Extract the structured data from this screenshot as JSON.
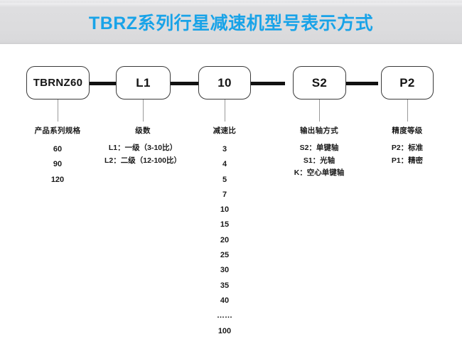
{
  "banner": {
    "title": "TBRZ系列行星减速机型号表示方式",
    "title_color": "#19a3e8",
    "background_color": "#dcdcde"
  },
  "diagram": {
    "type": "model-code-breakdown",
    "boxes": [
      {
        "code": "TBRNZ60"
      },
      {
        "code": "L1"
      },
      {
        "code": "10"
      },
      {
        "code": "S2"
      },
      {
        "code": "P2"
      }
    ],
    "columns": [
      {
        "heading": "产品系列规格",
        "entries": [
          "60",
          "90",
          "120"
        ],
        "style": "number-list"
      },
      {
        "heading": "级数",
        "entries": [
          "L1：一级（3-10比）",
          "L2：二级（12-100比）"
        ],
        "style": "text-list"
      },
      {
        "heading": "减速比",
        "entries": [
          "3",
          "4",
          "5",
          "7",
          "10",
          "15",
          "20",
          "25",
          "30",
          "35",
          "40",
          "……",
          "100"
        ],
        "style": "number-list"
      },
      {
        "heading": "输出轴方式",
        "entries": [
          "S2：单键轴",
          "S1：光轴",
          "K：空心单键轴"
        ],
        "style": "text-list"
      },
      {
        "heading": "精度等级",
        "entries": [
          "P2：标准",
          "P1：精密"
        ],
        "style": "text-list"
      }
    ]
  }
}
